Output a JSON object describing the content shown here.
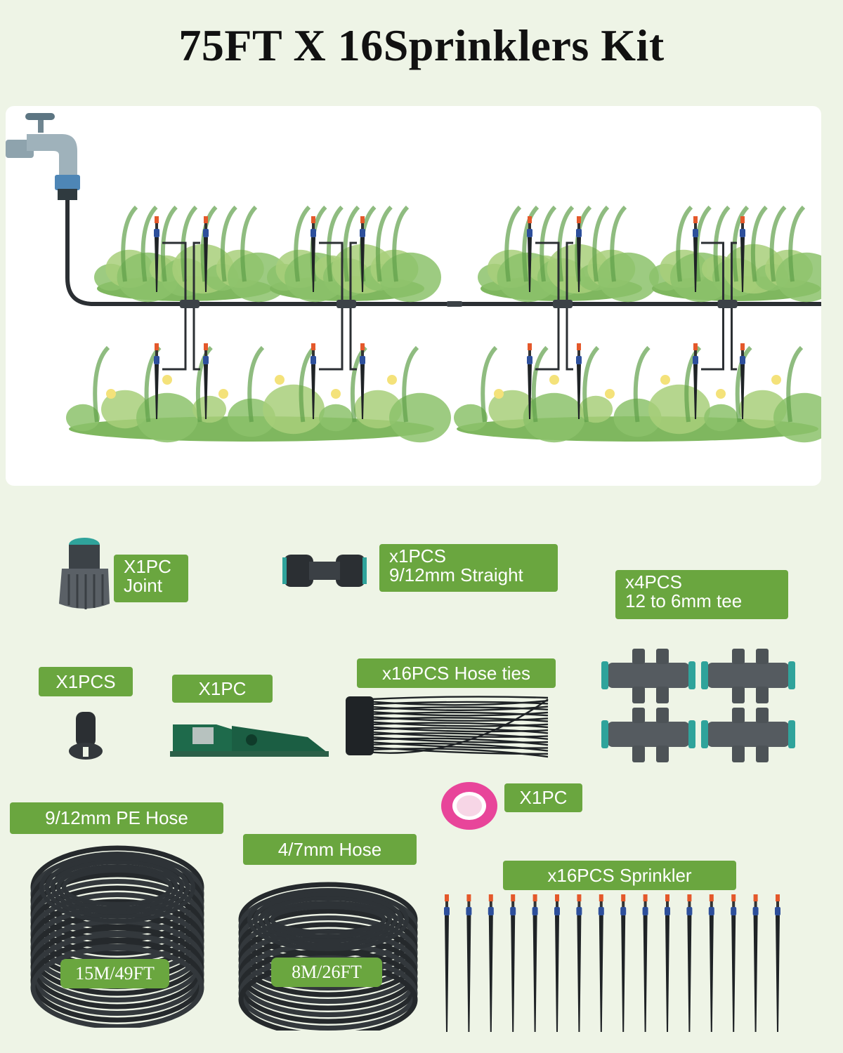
{
  "title": "75FT X 16Sprinklers Kit",
  "colors": {
    "background": "#eef4e6",
    "label_green": "#6aa63f",
    "hose_black": "#2b2f33",
    "sprinkler_orange": "#e4582b",
    "sprinkler_blue": "#2d4f9b",
    "tape_pink": "#e8459a"
  },
  "scene": {
    "icons": [
      "faucet-icon",
      "plant-bed-icon",
      "sprinkler-icon",
      "hose-line-icon"
    ]
  },
  "parts": {
    "joint": {
      "qty": "X1PC",
      "name": "Joint",
      "icon": "hose-joint-icon"
    },
    "straight": {
      "qty": "x1PCS",
      "name": "9/12mm Straight",
      "icon": "straight-connector-icon"
    },
    "tee": {
      "qty": "x4PCS",
      "name": "12 to 6mm tee",
      "icon": "tee-connector-icon"
    },
    "end_plug": {
      "qty": "X1PCS",
      "icon": "end-plug-icon"
    },
    "cutter": {
      "qty": "X1PC",
      "icon": "pipe-cutter-icon"
    },
    "hose_ties": {
      "label": "x16PCS Hose ties",
      "icon": "cable-tie-icon"
    },
    "tape": {
      "qty": "X1PC",
      "icon": "thread-tape-icon"
    },
    "pe_hose": {
      "label": "9/12mm PE Hose",
      "length": "15M/49FT",
      "icon": "hose-coil-icon"
    },
    "small_hose": {
      "label": "4/7mm Hose",
      "length": "8M/26FT",
      "icon": "hose-coil-icon"
    },
    "sprinklers": {
      "label": "x16PCS Sprinkler",
      "count": 16,
      "icon": "sprinkler-icon"
    }
  }
}
